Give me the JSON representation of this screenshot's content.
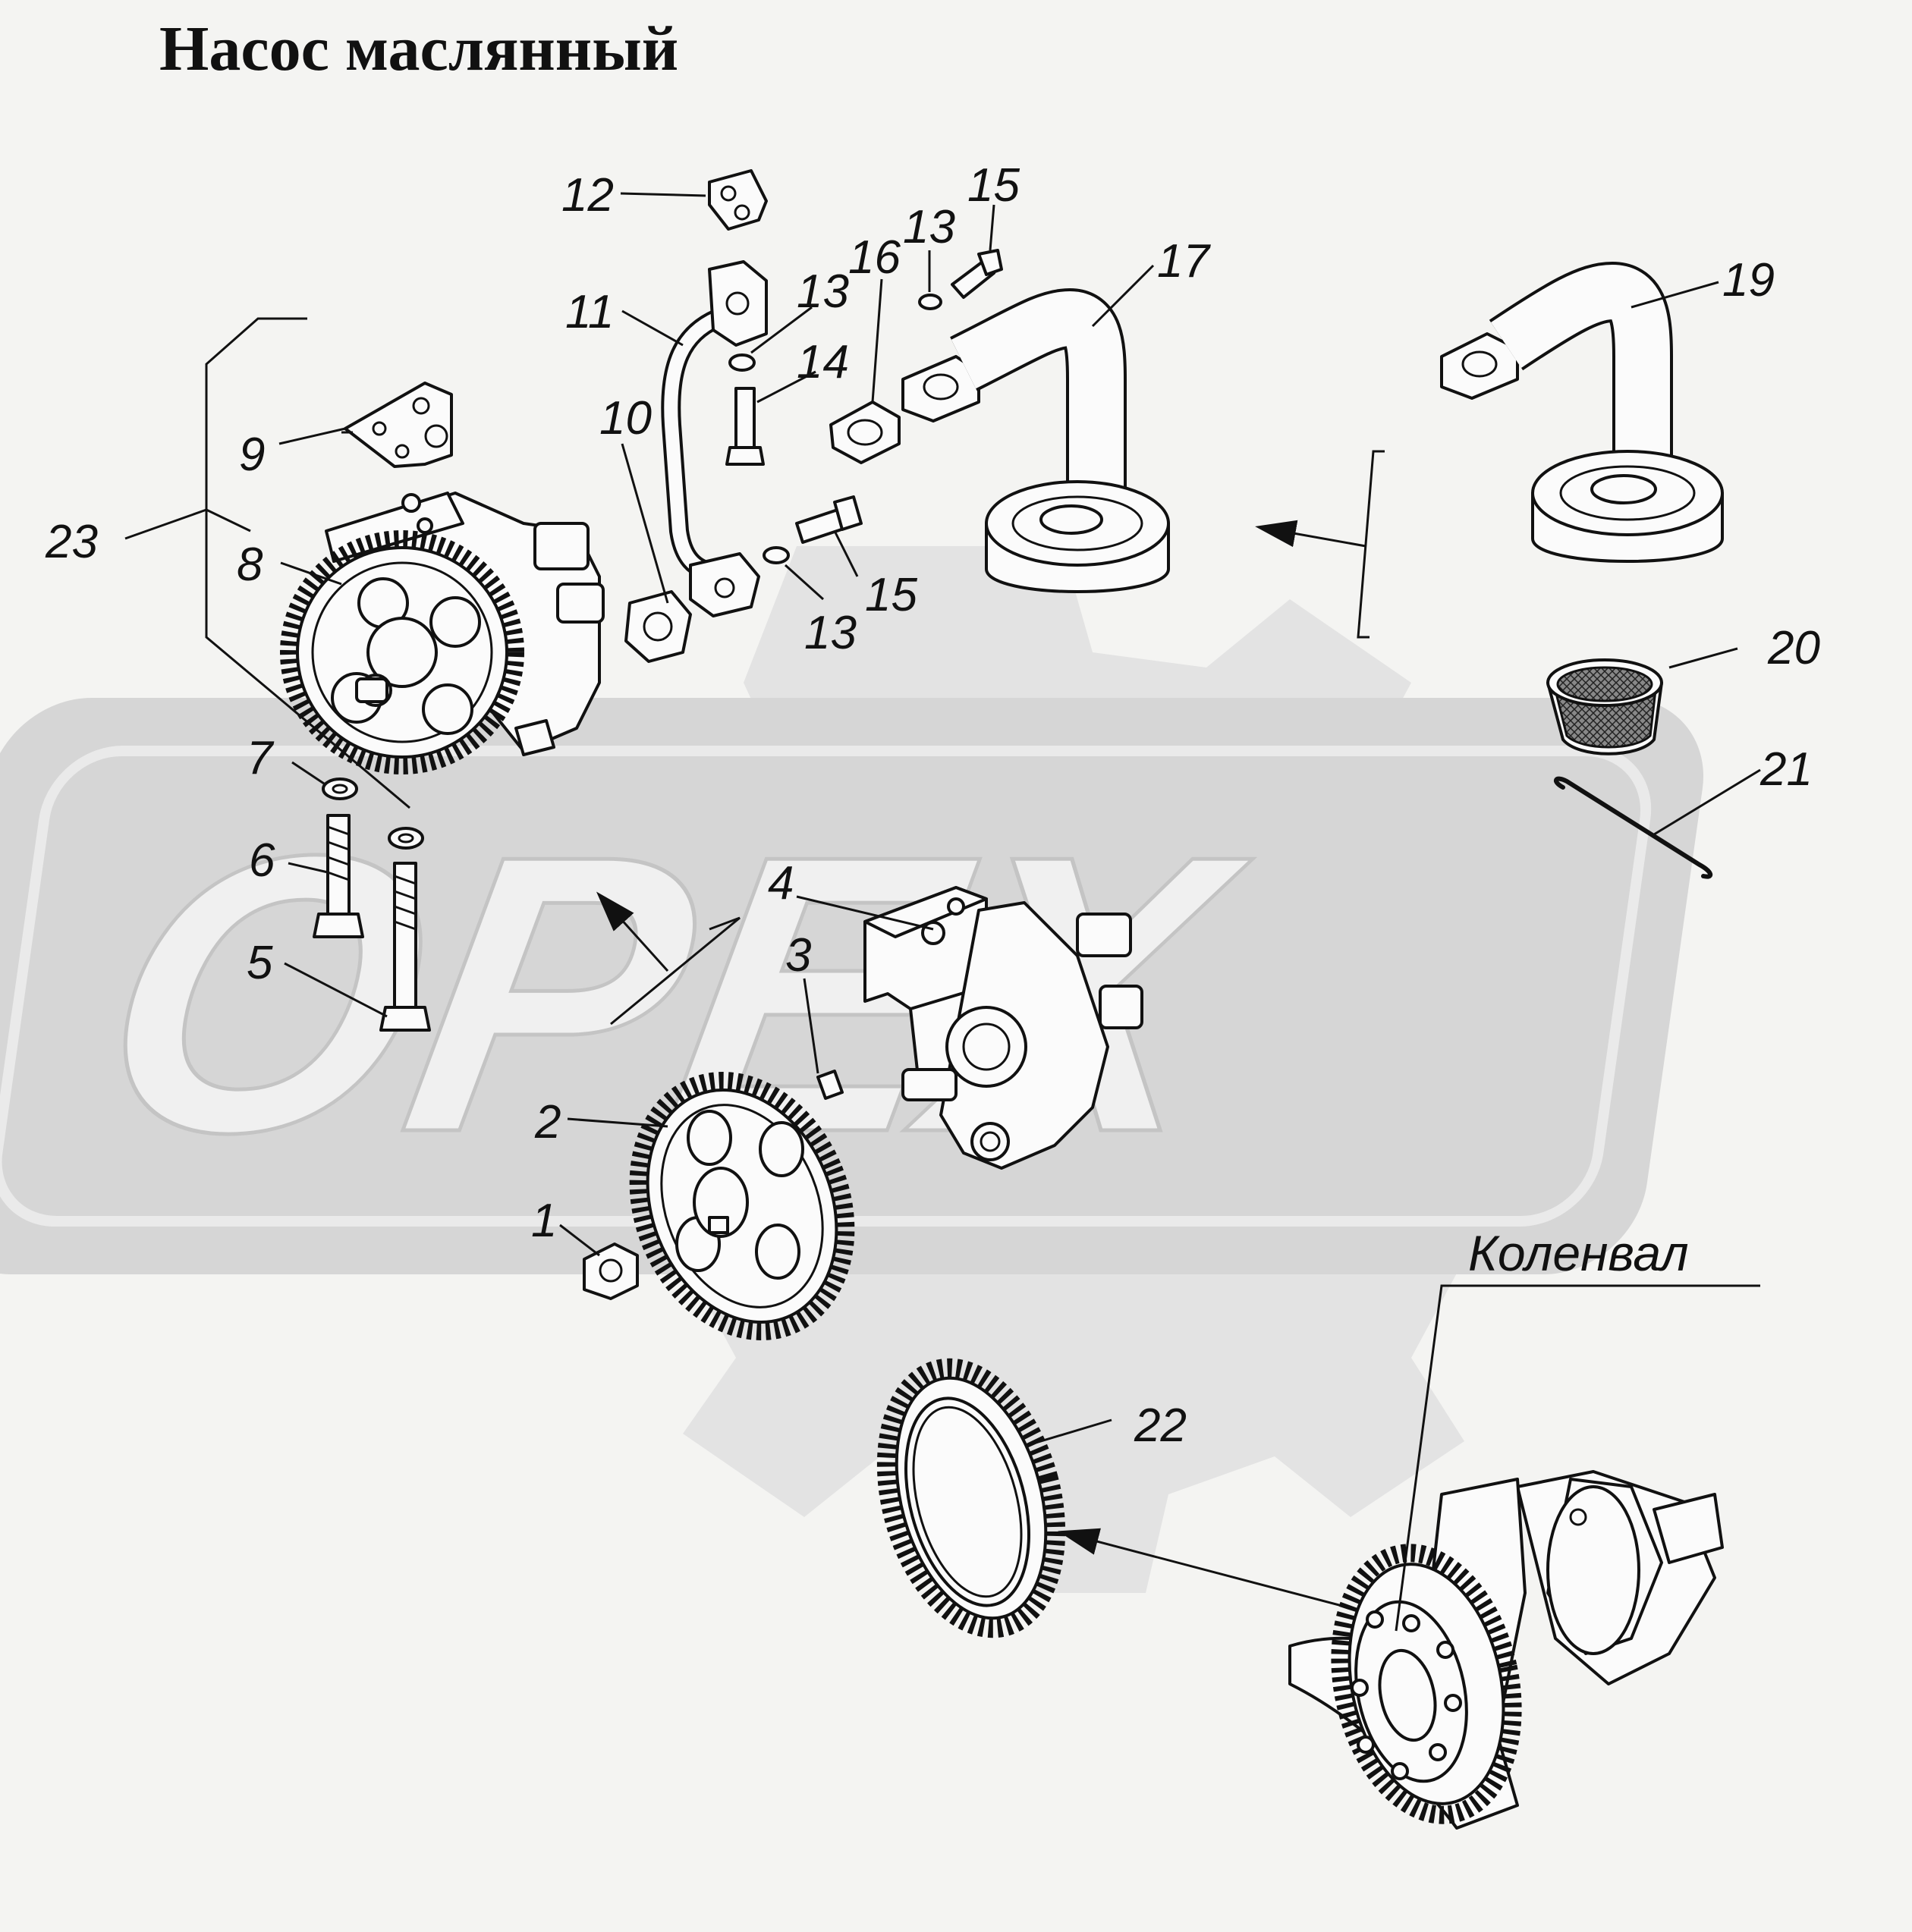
{
  "title": "Насос маслянный",
  "watermark": {
    "text": "OPEX",
    "color": "#d9d9d9"
  },
  "callouts": [
    {
      "id": "c1",
      "label": "1"
    },
    {
      "id": "c2",
      "label": "2"
    },
    {
      "id": "c3",
      "label": "3"
    },
    {
      "id": "c4",
      "label": "4"
    },
    {
      "id": "c5",
      "label": "5"
    },
    {
      "id": "c6",
      "label": "6"
    },
    {
      "id": "c7",
      "label": "7"
    },
    {
      "id": "c8",
      "label": "8"
    },
    {
      "id": "c9",
      "label": "9"
    },
    {
      "id": "c10",
      "label": "10"
    },
    {
      "id": "c11",
      "label": "11"
    },
    {
      "id": "c12",
      "label": "12"
    },
    {
      "id": "c13a",
      "label": "13"
    },
    {
      "id": "c13b",
      "label": "13"
    },
    {
      "id": "c13c",
      "label": "13"
    },
    {
      "id": "c14",
      "label": "14"
    },
    {
      "id": "c15a",
      "label": "15"
    },
    {
      "id": "c15b",
      "label": "15"
    },
    {
      "id": "c16",
      "label": "16"
    },
    {
      "id": "c17",
      "label": "17"
    },
    {
      "id": "c19",
      "label": "19"
    },
    {
      "id": "c20",
      "label": "20"
    },
    {
      "id": "c21",
      "label": "21"
    },
    {
      "id": "c22",
      "label": "22"
    },
    {
      "id": "c23",
      "label": "23"
    }
  ],
  "crankshaft_label": "Коленвал"
}
